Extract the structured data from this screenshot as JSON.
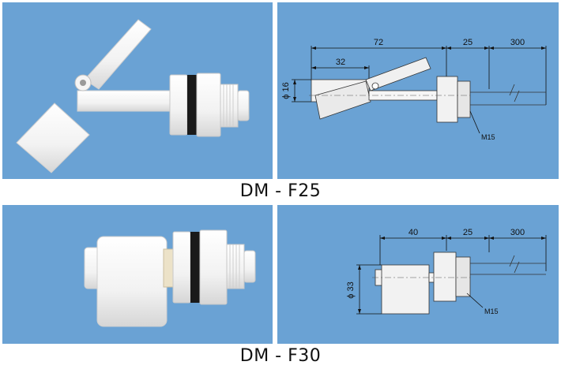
{
  "models": [
    {
      "caption": "DM - F25",
      "dimensions": {
        "overall": "72",
        "float_offset": "32",
        "diameter": "ϕ 16",
        "body": "25",
        "cable": "300",
        "thread": "M15"
      }
    },
    {
      "caption": "DM - F30",
      "dimensions": {
        "overall": "40",
        "body": "25",
        "cable": "300",
        "diameter": "ϕ 33",
        "thread": "M15"
      }
    }
  ],
  "colors": {
    "panel_background": "#6aa2d4",
    "part_white": "#f4f4f4",
    "gasket_black": "#1a1a1a"
  }
}
